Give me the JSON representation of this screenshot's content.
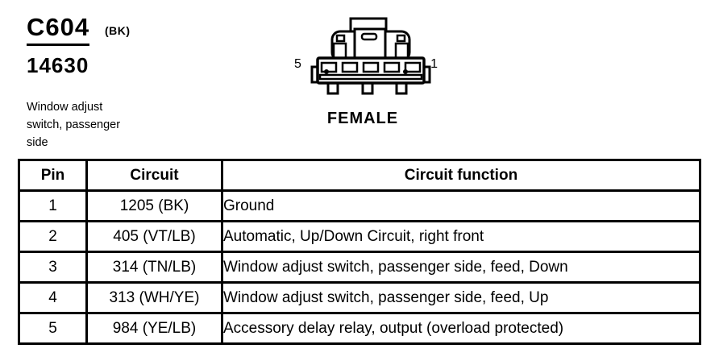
{
  "page": {
    "connector_id": "C604",
    "color_code": "(BK)",
    "part_number": "14630",
    "description_lines": [
      "Window adjust",
      "switch, passenger",
      "side"
    ],
    "figure": {
      "left_pin_label": "5",
      "right_pin_label": "1",
      "gender": "FEMALE"
    }
  },
  "table": {
    "headers": {
      "pin": "Pin",
      "circuit": "Circuit",
      "function": "Circuit function"
    },
    "rows": [
      {
        "pin": "1",
        "circuit": "1205 (BK)",
        "function": "Ground"
      },
      {
        "pin": "2",
        "circuit": "405 (VT/LB)",
        "function": "Automatic, Up/Down Circuit, right front"
      },
      {
        "pin": "3",
        "circuit": "314 (TN/LB)",
        "function": "Window adjust switch, passenger side, feed, Down"
      },
      {
        "pin": "4",
        "circuit": "313 (WH/YE)",
        "function": "Window adjust switch, passenger side, feed, Up"
      },
      {
        "pin": "5",
        "circuit": "984 (YE/LB)",
        "function": "Accessory delay relay, output (overload protected)"
      }
    ]
  },
  "colors": {
    "ink": "#000000",
    "paper": "#ffffff"
  }
}
